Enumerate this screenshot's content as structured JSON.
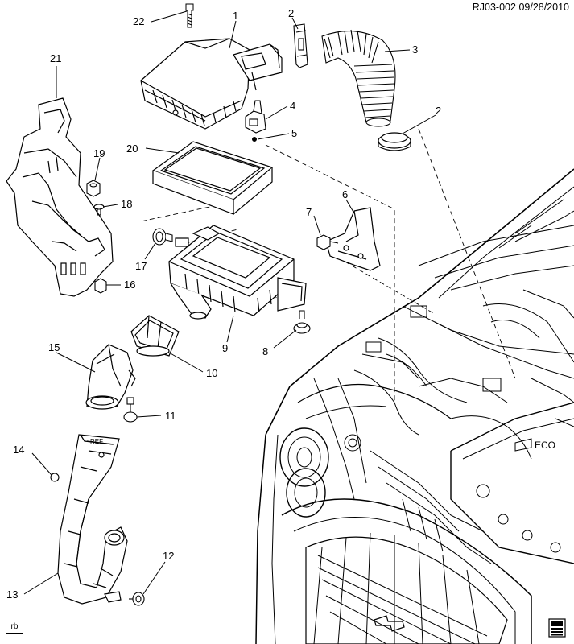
{
  "header": {
    "diagram_id": "RJ03-002",
    "date": "09/28/2010"
  },
  "corner_tag": "rb",
  "callouts": [
    {
      "id": "c1",
      "label": "1"
    },
    {
      "id": "c2a",
      "label": "2"
    },
    {
      "id": "c2b",
      "label": "2"
    },
    {
      "id": "c3",
      "label": "3"
    },
    {
      "id": "c4",
      "label": "4"
    },
    {
      "id": "c5",
      "label": "5"
    },
    {
      "id": "c6",
      "label": "6"
    },
    {
      "id": "c7",
      "label": "7"
    },
    {
      "id": "c8",
      "label": "8"
    },
    {
      "id": "c9",
      "label": "9"
    },
    {
      "id": "c10",
      "label": "10"
    },
    {
      "id": "c11",
      "label": "11"
    },
    {
      "id": "c12",
      "label": "12"
    },
    {
      "id": "c13",
      "label": "13"
    },
    {
      "id": "c14",
      "label": "14"
    },
    {
      "id": "c15",
      "label": "15"
    },
    {
      "id": "c16",
      "label": "16"
    },
    {
      "id": "c17",
      "label": "17"
    },
    {
      "id": "c18",
      "label": "18"
    },
    {
      "id": "c19",
      "label": "19"
    },
    {
      "id": "c20",
      "label": "20"
    },
    {
      "id": "c21",
      "label": "21"
    },
    {
      "id": "c22",
      "label": "22"
    }
  ],
  "colors": {
    "ink": "#000000",
    "paper": "#ffffff"
  }
}
